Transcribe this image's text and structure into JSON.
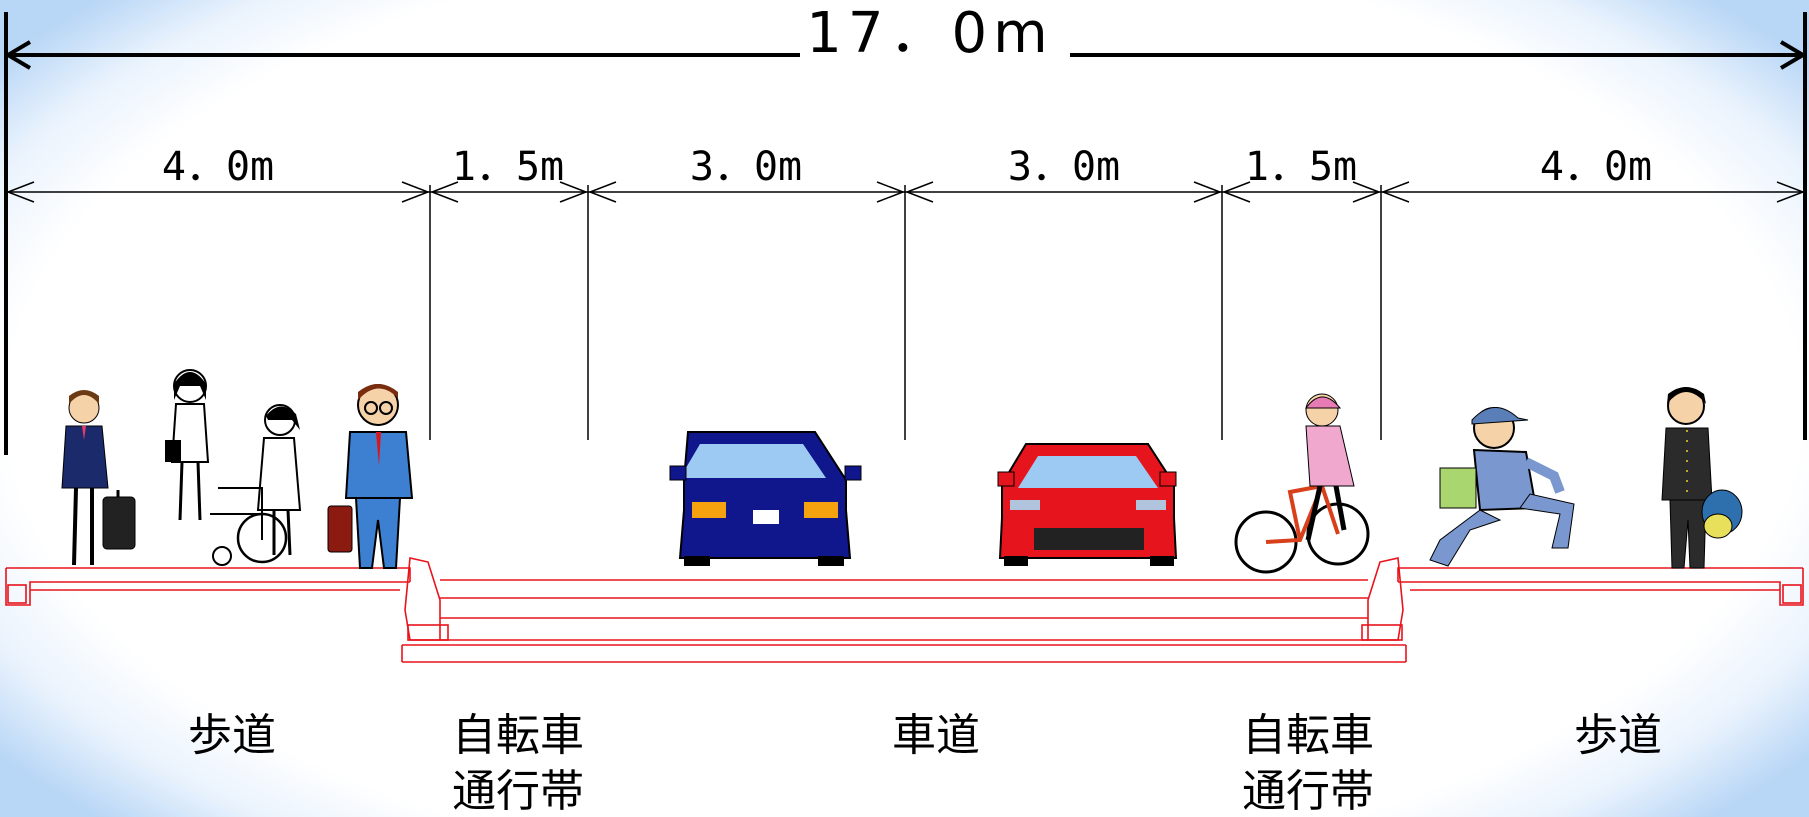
{
  "total_width": "17．0m",
  "dimensions": [
    {
      "label": "4．0m"
    },
    {
      "label": "1．5m"
    },
    {
      "label": "3．0m"
    },
    {
      "label": "3．0m"
    },
    {
      "label": "1．5m"
    },
    {
      "label": "4．0m"
    }
  ],
  "zones": [
    {
      "line1": "歩道",
      "line2": ""
    },
    {
      "line1": "自転車",
      "line2": "通行帯"
    },
    {
      "line1": "車道",
      "line2": ""
    },
    {
      "line1": "自転車",
      "line2": "通行帯"
    },
    {
      "line1": "歩道",
      "line2": ""
    }
  ],
  "colors": {
    "curb": "#e8131b",
    "blue_car": "#10168c",
    "red_car": "#e6141c",
    "background_edge": "#b8d6f6"
  },
  "icons": [
    "pedestrian-flight-attendant-icon",
    "pedestrian-woman-icon",
    "wheelchair-caregiver-icon",
    "businessman-icon",
    "blue-car-icon",
    "red-car-icon",
    "cyclist-icon",
    "delivery-runner-icon",
    "student-icon"
  ]
}
